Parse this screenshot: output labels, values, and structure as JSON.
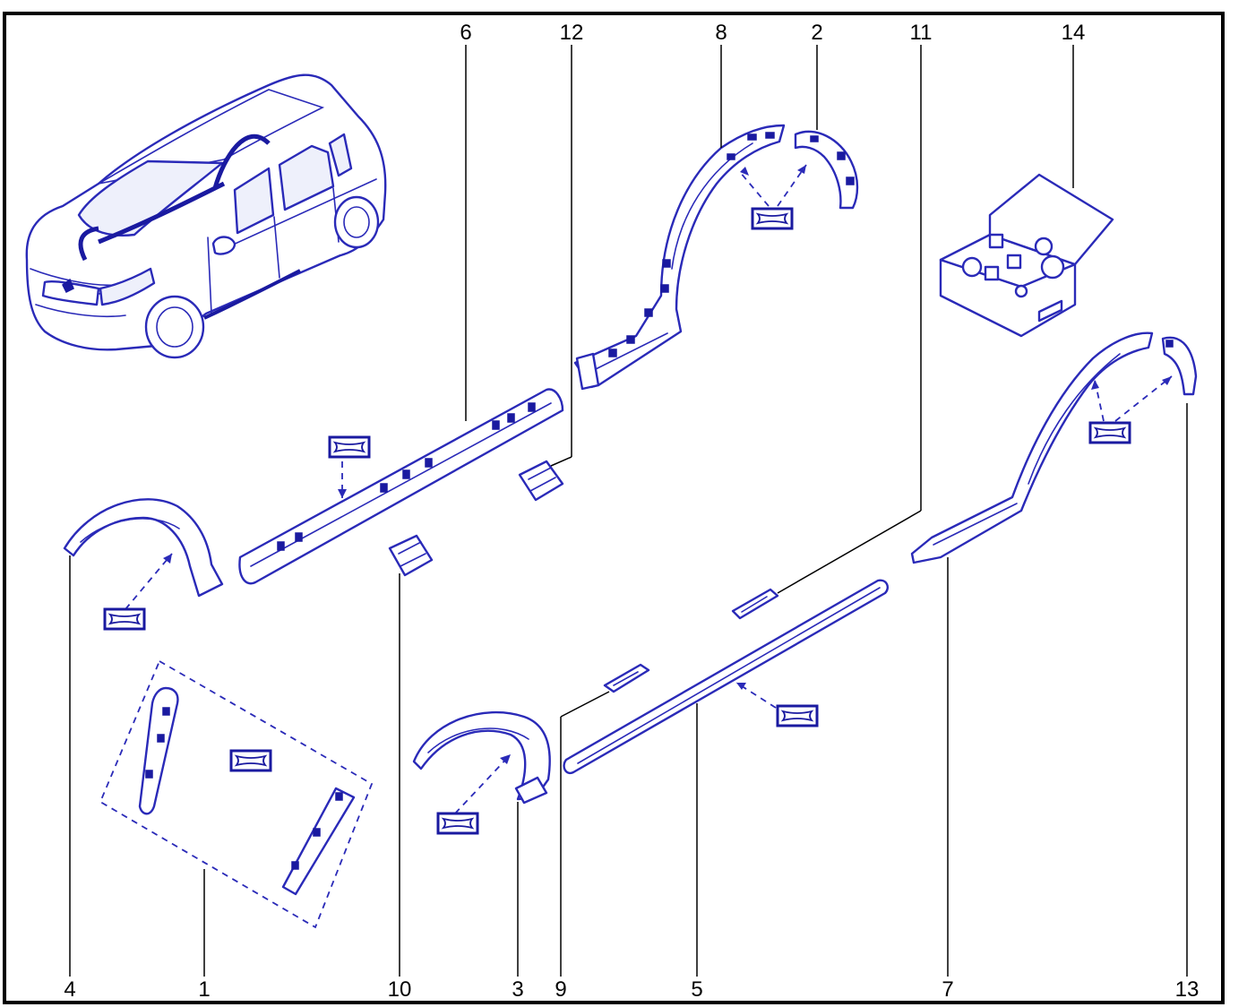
{
  "diagram": {
    "top_callouts": [
      "6",
      "12",
      "8",
      "2",
      "11",
      "14"
    ],
    "bottom_callouts": [
      "4",
      "1",
      "10",
      "3",
      "9",
      "5",
      "7",
      "13"
    ]
  },
  "colors": {
    "part_outline": "#2a2ab8",
    "part_dark": "#1a1aa0",
    "leader_line": "#000000",
    "frame_border": "#000000"
  }
}
